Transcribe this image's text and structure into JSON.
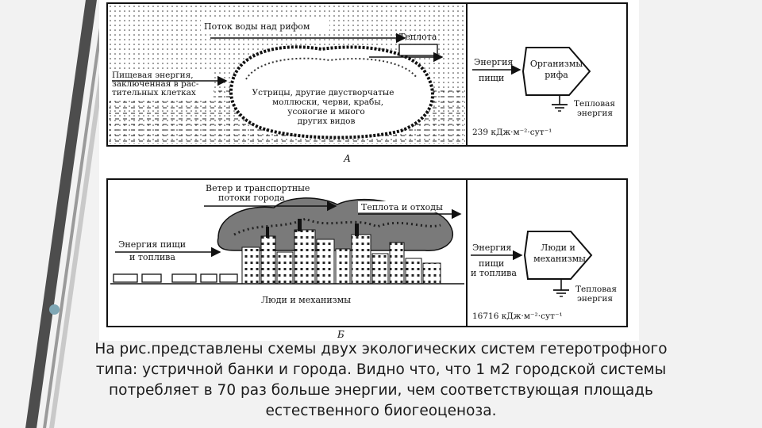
{
  "panel_a": {
    "water_flow_label": "Поток воды над рифом",
    "heat_label": "Теплота",
    "food_energy_label_line1": "Пищевая энергия,",
    "food_energy_label_line2": "заключенная в рас-",
    "food_energy_label_line3": "тительных клетках",
    "reef_text_line1": "Устрицы, другие двустворчатые",
    "reef_text_line2": "моллюски, черви, крабы,",
    "reef_text_line3": "усоногие и много",
    "reef_text_line4": "других видов",
    "energy_in_line1": "Энергия",
    "energy_in_line2": "пищи",
    "node_line1": "Организмы",
    "node_line2": "рифа",
    "heat_out_line1": "Тепловая",
    "heat_out_line2": "энергия",
    "flux": "239 кДж·м⁻²·сут⁻¹",
    "letter": "А"
  },
  "panel_b": {
    "wind_label_line1": "Ветер и транспортные",
    "wind_label_line2": "потоки города",
    "heat_waste_label": "Теплота и отходы",
    "energy_food_fuel_line1": "Энергия пищи",
    "energy_food_fuel_line2": "и топлива",
    "people_label": "Люди и механизмы",
    "energy_in_line1": "Энергия",
    "energy_in_line2": "пищи",
    "energy_in_line3": "и топлива",
    "node_line1": "Люди и",
    "node_line2": "механизмы",
    "heat_out_line1": "Тепловая",
    "heat_out_line2": "энергия",
    "flux": "16716 кДж·м⁻²·сут⁻¹",
    "letter": "Б"
  },
  "caption": "На рис.представлены схемы двух экологических систем гетеротрофного типа: устричной банки и города. Видно что, что 1 м2 городской системы потребляет в 70 раз больше энергии, чем соответствующая площадь естественного биогеоценоза."
}
